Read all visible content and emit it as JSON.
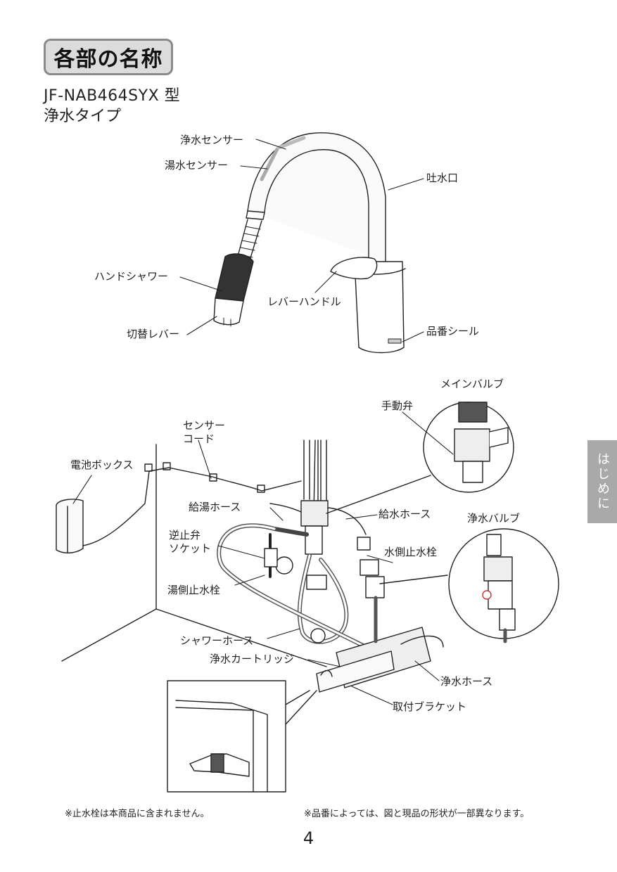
{
  "section_title": "各部の名称",
  "model": "JF-NAB464SYX 型",
  "type": "浄水タイプ",
  "side_tab": "はじめに",
  "faucet_labels": {
    "filter_sensor": "浄水センサー",
    "hot_sensor": "湯水センサー",
    "spout": "吐水口",
    "hand_shower": "ハンドシャワー",
    "lever_handle": "レバーハンドル",
    "switch_lever": "切替レバー",
    "part_number_seal": "品番シール"
  },
  "under_sink_labels": {
    "main_valve": "メインバルブ",
    "manual_valve": "手動弁",
    "sensor_cord": "センサー\nコード",
    "battery_box": "電池ボックス",
    "hot_hose": "給湯ホース",
    "cold_hose": "給水ホース",
    "filter_valve": "浄水バルブ",
    "check_valve_socket": "逆止弁\nソケット",
    "cold_stop_valve": "水側止水栓",
    "hot_stop_valve": "湯側止水栓",
    "shower_hose": "シャワーホース",
    "filter_cartridge": "浄水カートリッジ",
    "filter_hose": "浄水ホース",
    "mounting_bracket": "取付ブラケット"
  },
  "notes": {
    "left": "※止水栓は本商品に含まれません。",
    "right": "※品番によっては、図と現品の形状が一部異なります。"
  },
  "page_number": "4"
}
